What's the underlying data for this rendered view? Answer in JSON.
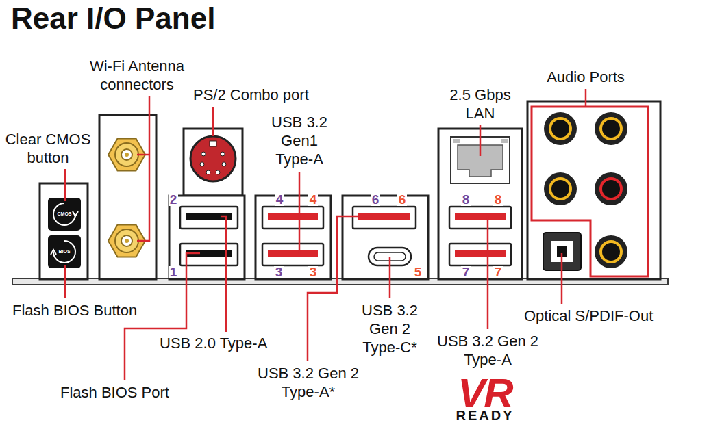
{
  "diagram": {
    "title": "Rear I/O Panel",
    "labels": [
      "Wi-Fi Antenna connectors",
      "PS/2 Combo port",
      "Audio Ports",
      "2.5 Gbps LAN",
      "USB 3.2 Gen1 Type-A",
      "Clear CMOS button",
      "CMOS",
      "BIOS",
      "2",
      "4",
      "4",
      "6",
      "6",
      "8",
      "8",
      "1",
      "3",
      "3",
      "5",
      "7",
      "7",
      "Flash BIOS Button",
      "Optical S/PDIF-Out",
      "USB 3.2 Gen 2 Type-C*",
      "USB 2.0 Type-A",
      "USB 3.2 Gen 2 Type-A",
      "Flash BIOS Port",
      "USB 3.2 Gen 2 Type-A*",
      "VR",
      "READY"
    ]
  }
}
